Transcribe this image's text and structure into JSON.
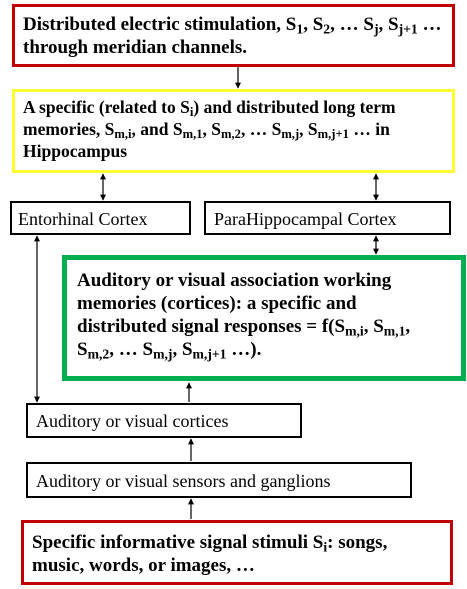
{
  "box1": {
    "segments": [
      {
        "t": "Distributed electric stimulation, S"
      },
      {
        "s": "1"
      },
      {
        "t": ", S"
      },
      {
        "s": "2"
      },
      {
        "t": ", … S"
      },
      {
        "s": "j"
      },
      {
        "t": ", S"
      },
      {
        "s": "j+1"
      },
      {
        "t": " … through meridian channels."
      }
    ]
  },
  "box2": {
    "segments": [
      {
        "t": "A specific (related to S"
      },
      {
        "s": "i"
      },
      {
        "t": ") and distributed long term memories, S"
      },
      {
        "s": "m,i"
      },
      {
        "t": ", and S"
      },
      {
        "s": "m,1"
      },
      {
        "t": ", S"
      },
      {
        "s": "m,2"
      },
      {
        "t": ", … S"
      },
      {
        "s": "m,j"
      },
      {
        "t": ", S"
      },
      {
        "s": "m,j+1"
      },
      {
        "t": " … in Hippocampus"
      }
    ]
  },
  "box3": {
    "label": "Entorhinal Cortex"
  },
  "box4": {
    "label": "ParaHippocampal Cortex"
  },
  "box5": {
    "segments": [
      {
        "t": "Auditory or visual association working memories (cortices): a specific and distributed signal responses = f(S"
      },
      {
        "s": "m,i"
      },
      {
        "t": ", S"
      },
      {
        "s": "m,1"
      },
      {
        "t": ", S"
      },
      {
        "s": "m,2"
      },
      {
        "t": ", … S"
      },
      {
        "s": "m,j"
      },
      {
        "t": ", S"
      },
      {
        "s": "m,j+1"
      },
      {
        "t": " …)."
      }
    ]
  },
  "box6": {
    "label": "Auditory or visual cortices"
  },
  "box7": {
    "label": "Auditory or visual sensors and ganglions"
  },
  "box8": {
    "segments": [
      {
        "t": "Specific informative signal stimuli S"
      },
      {
        "s": "i"
      },
      {
        "t": ": songs, music, words, or images, …"
      }
    ]
  },
  "colors": {
    "red": "#c00000",
    "yellow": "#ffff33",
    "green": "#00b050",
    "black": "#000000"
  }
}
